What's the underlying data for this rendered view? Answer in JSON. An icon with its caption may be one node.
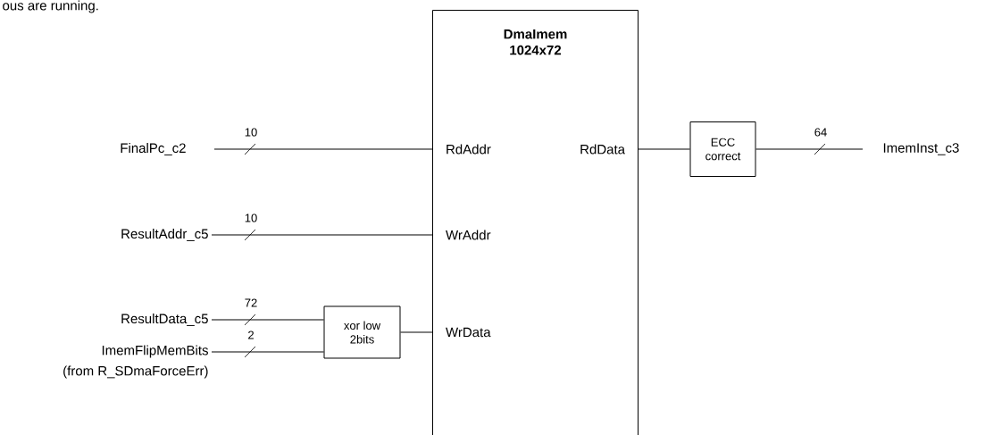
{
  "diagram": {
    "nodes": [
      {
        "text": [
          "DmaImem 1024x72"
        ]
      },
      {
        "text": [
          "RdAddr"
        ],
        "in": 0
      },
      {
        "text": [
          "WrAddr"
        ],
        "in": 0
      },
      {
        "text": [
          "WrData"
        ],
        "in": 0
      },
      {
        "text": [
          "RdData"
        ],
        "in": 0
      },
      {
        "text": [
          "FinalPc_c2"
        ]
      },
      {
        "text": [
          "ResultAddr_c5"
        ]
      },
      {
        "text": [
          "ResultData_c5"
        ]
      },
      {
        "text": [
          "ImemFlipMemBits",
          "(from R_SDmaForceErr)"
        ]
      },
      {
        "text": [
          "xor low 2bits"
        ]
      },
      {
        "text": [
          "ECC correct"
        ]
      },
      {
        "text": [
          "ImemInst_c3"
        ]
      }
    ],
    "edges": [
      {
        "from": 5,
        "to": 1,
        "arrow": "none",
        "label": "10"
      },
      {
        "from": 6,
        "to": 2,
        "arrow": "none",
        "label": "10"
      },
      {
        "from": 7,
        "to": 9,
        "arrow": "none",
        "label": "72"
      },
      {
        "from": 8,
        "to": 9,
        "arrow": "none",
        "label": "2"
      },
      {
        "from": 9,
        "to": 3,
        "arrow": "none"
      },
      {
        "from": 4,
        "to": 10,
        "arrow": "none"
      },
      {
        "from": 10,
        "to": 11,
        "arrow": "none",
        "label": "64"
      }
    ],
    "labels": [
      "ous are running."
    ]
  }
}
